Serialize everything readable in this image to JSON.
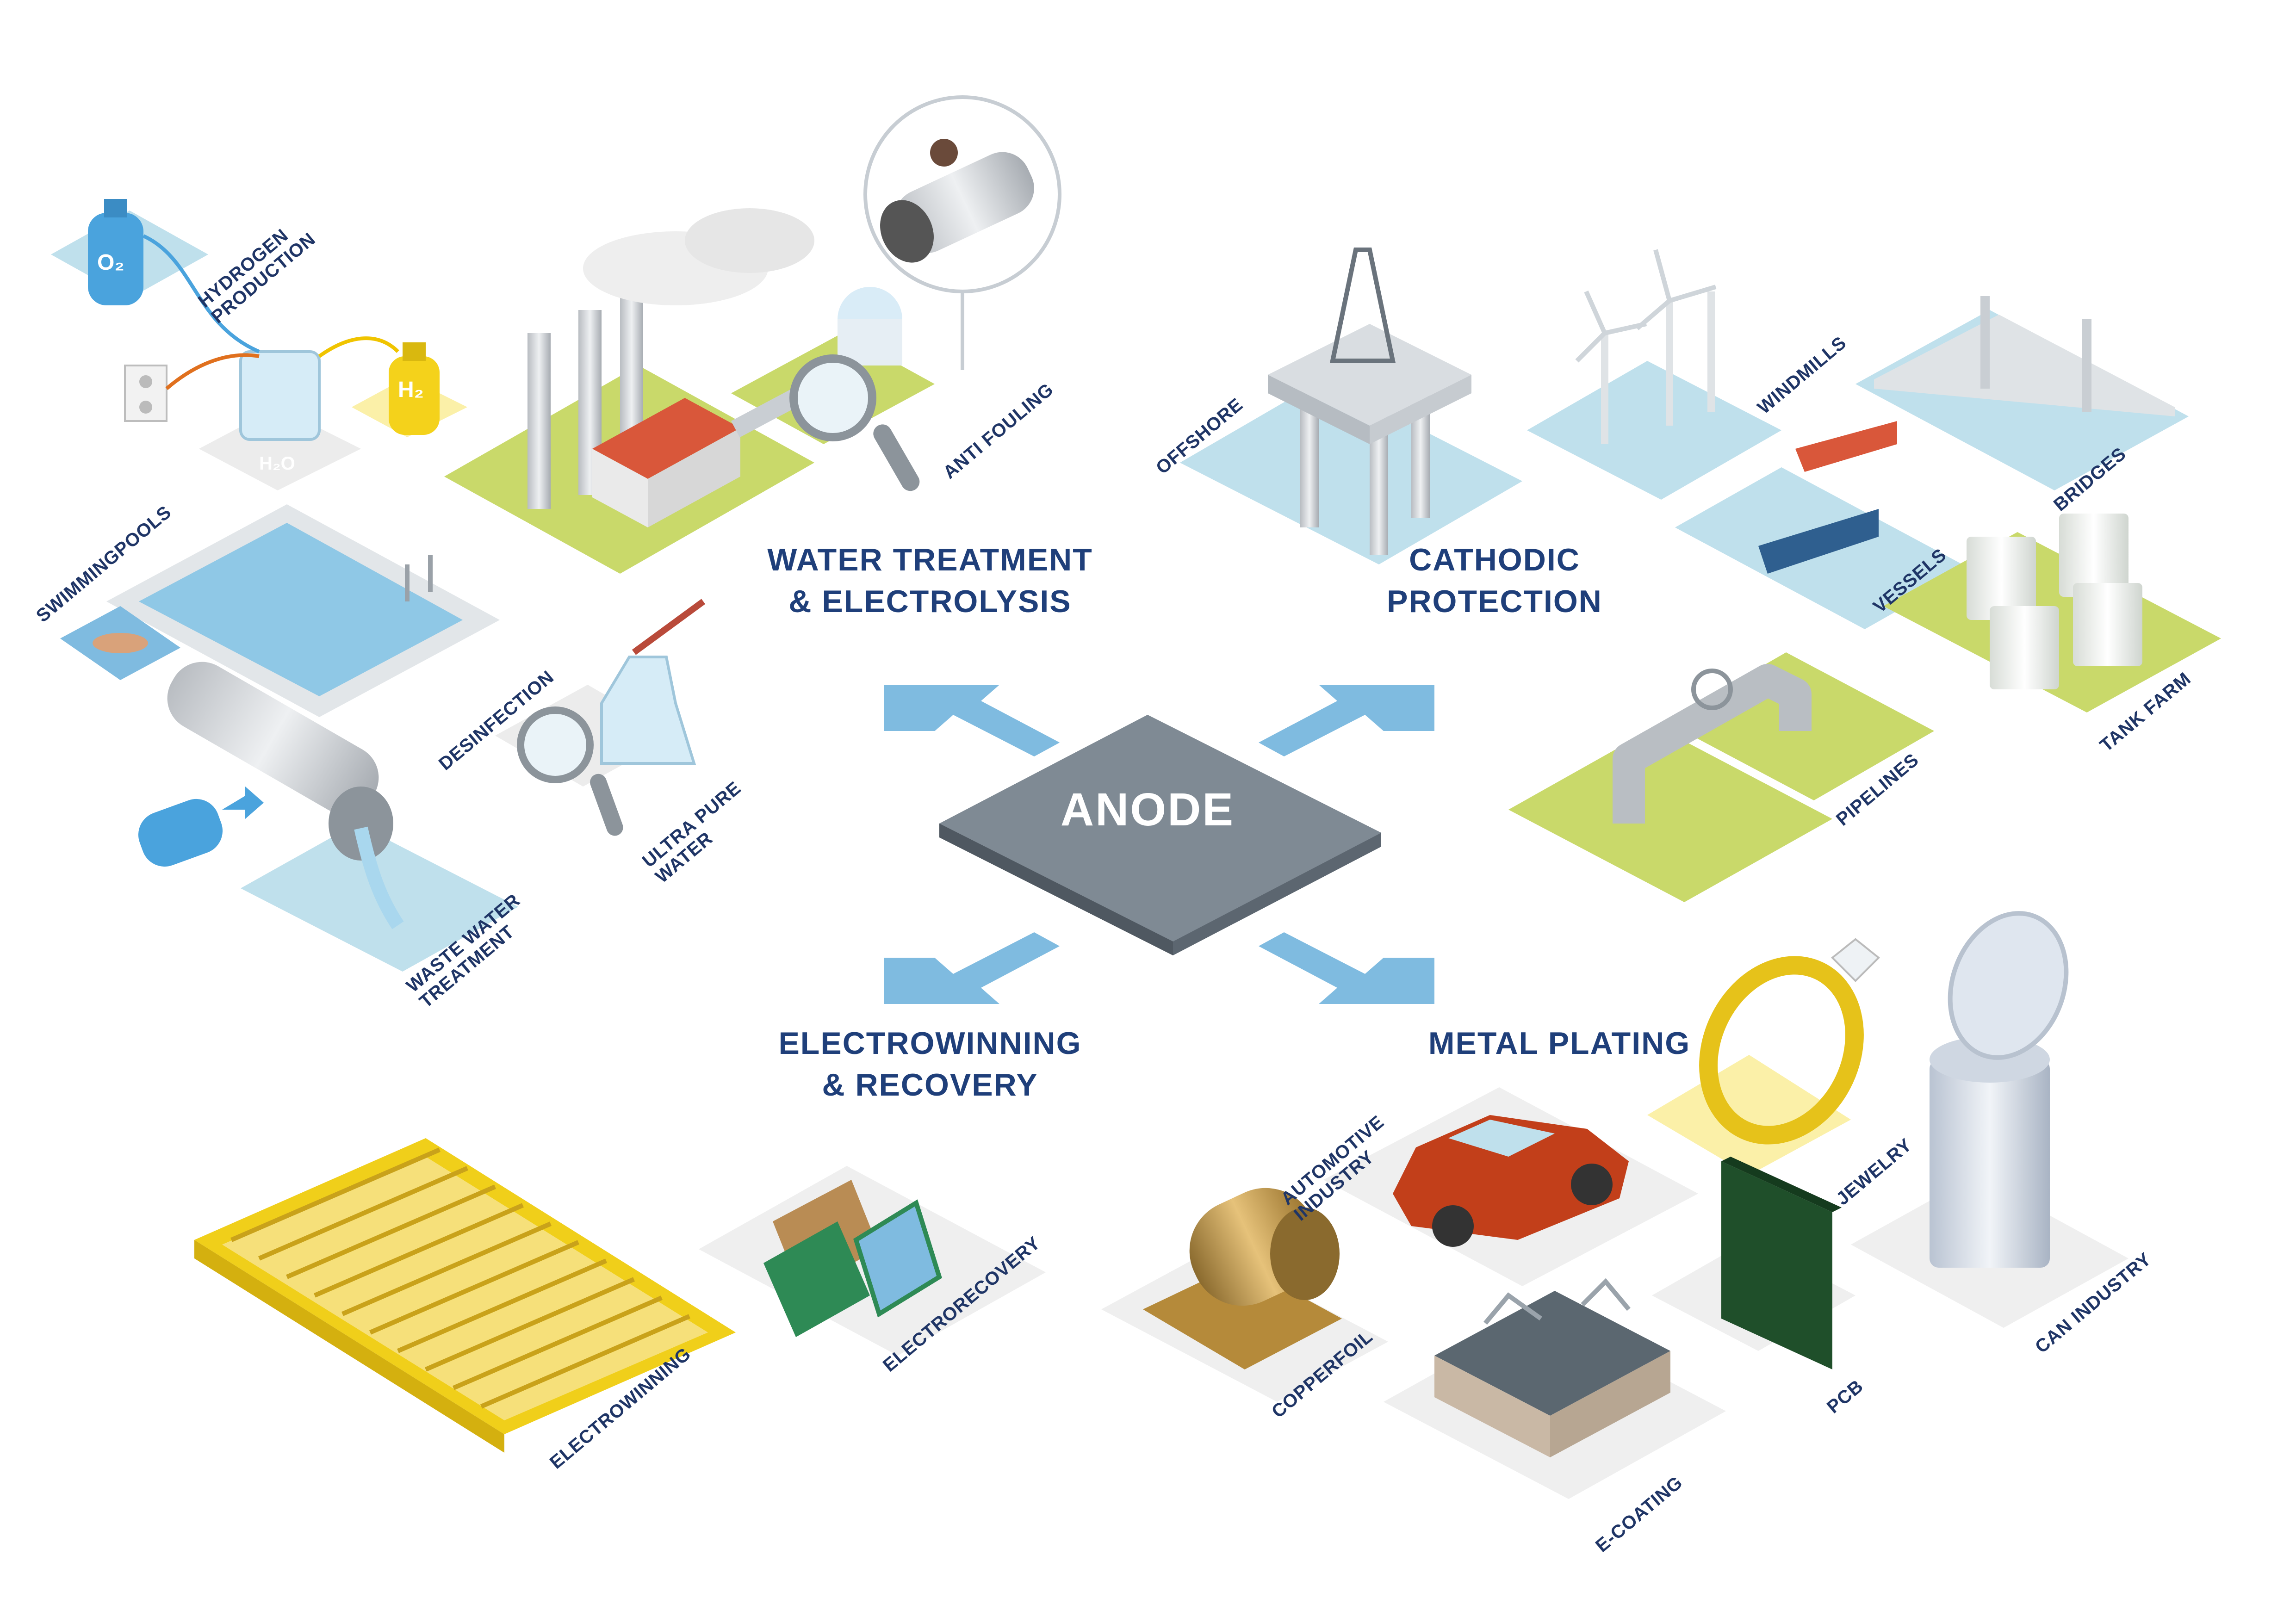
{
  "center": {
    "label": "ANODE"
  },
  "categories": {
    "water": [
      "WATER TREATMENT",
      "& ELECTROLYSIS"
    ],
    "cathodic": [
      "CATHODIC",
      "PROTECTION"
    ],
    "electrowinning": [
      "ELECTROWINNING",
      "& RECOVERY"
    ],
    "plating": [
      "METAL PLATING"
    ]
  },
  "items": {
    "hydrogen_production": [
      "HYDROGEN",
      "PRODUCTION"
    ],
    "anti_fouling": "ANTI FOULING",
    "swimmingpools": "SWIMMINGPOOLS",
    "desinfection": "DESINFECTION",
    "ultra_pure_water": [
      "ULTRA PURE",
      "WATER"
    ],
    "waste_water_treatment": [
      "WASTE WATER",
      "TREATMENT"
    ],
    "offshore": "OFFSHORE",
    "windmills": "WINDMILLS",
    "bridges": "BRIDGES",
    "vessels": "VESSELS",
    "tank_farm": "TANK FARM",
    "pipelines": "PIPELINES",
    "electrowinning": "ELECTROWINNING",
    "electrorecovery": "ELECTRORECOVERY",
    "automotive_industry": [
      "AUTOMOTIVE",
      "INDUSTRY"
    ],
    "jewelry": "JEWELRY",
    "copperfoil": "COPPERFOIL",
    "e_coating": "E-COATING",
    "pcb": "PCB",
    "can_industry": "CAN INDUSTRY"
  },
  "chemistry": {
    "o2": "O₂",
    "h2": "H₂",
    "h2o": "H₂O"
  },
  "colors": {
    "label": "#1f3566",
    "category": "#1f3f7a",
    "anode_top": "#7f8a94",
    "anode_side": "#5c6670",
    "arrow": "#7fbbe0",
    "green_tile": "#c9d96a",
    "water_tile": "#bfe0ec",
    "yellow_tile": "#fbf0a8",
    "grey_tile": "#efefef"
  }
}
